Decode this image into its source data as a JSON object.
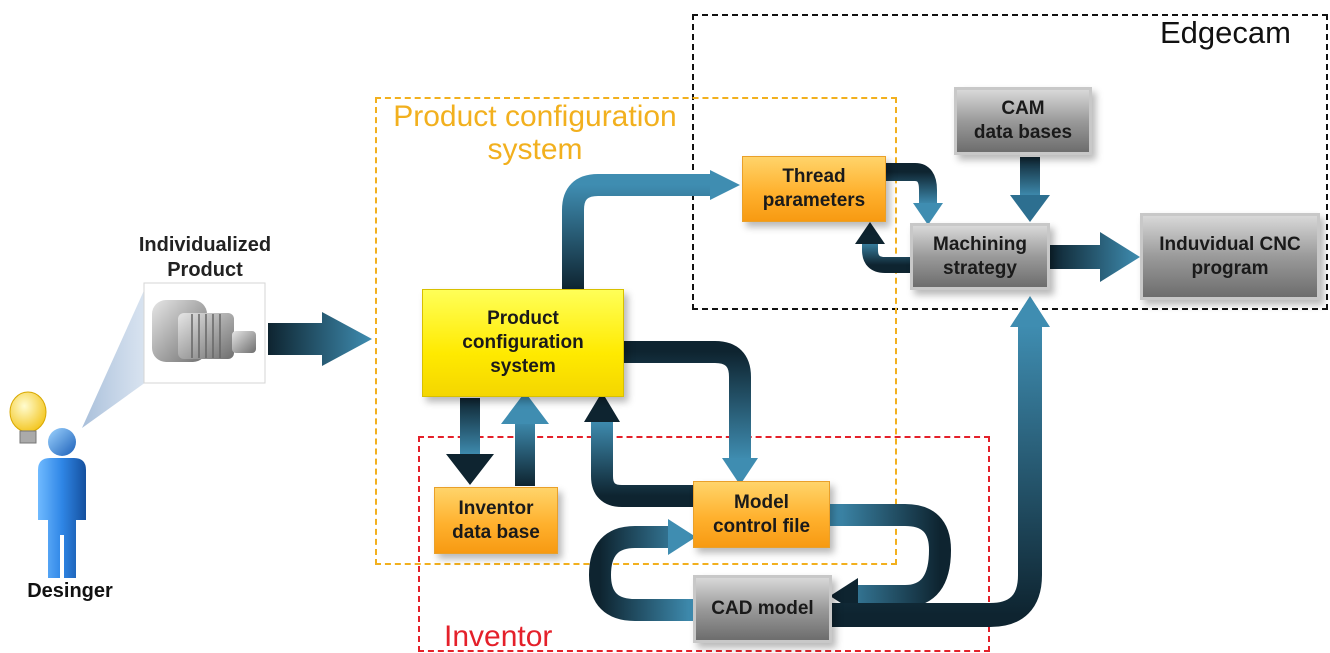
{
  "regions": {
    "edgecam": {
      "label": "Edgecam",
      "color": "#111111"
    },
    "product_configuration": {
      "label": "Product configuration\nsystem",
      "color": "#f2b01e"
    },
    "inventor": {
      "label": "Inventor",
      "color": "#e4202a"
    }
  },
  "nodes": {
    "individualized_product": {
      "label": "Individualized\nProduct"
    },
    "designer": {
      "label": "Desinger"
    },
    "product_configuration_system": {
      "label": "Product\nconfiguration\nsystem"
    },
    "thread_parameters": {
      "label": "Thread\nparameters"
    },
    "cam_data_bases": {
      "label": "CAM\ndata bases"
    },
    "machining_strategy": {
      "label": "Machining\nstrategy"
    },
    "individual_cnc_program": {
      "label": "Induvidual CNC\nprogram"
    },
    "inventor_data_base": {
      "label": "Inventor\ndata base"
    },
    "model_control_file": {
      "label": "Model\ncontrol file"
    },
    "cad_model": {
      "label": "CAD model"
    }
  },
  "colors": {
    "arrow_dark": "#0e2430",
    "arrow_light": "#3f8db1"
  }
}
